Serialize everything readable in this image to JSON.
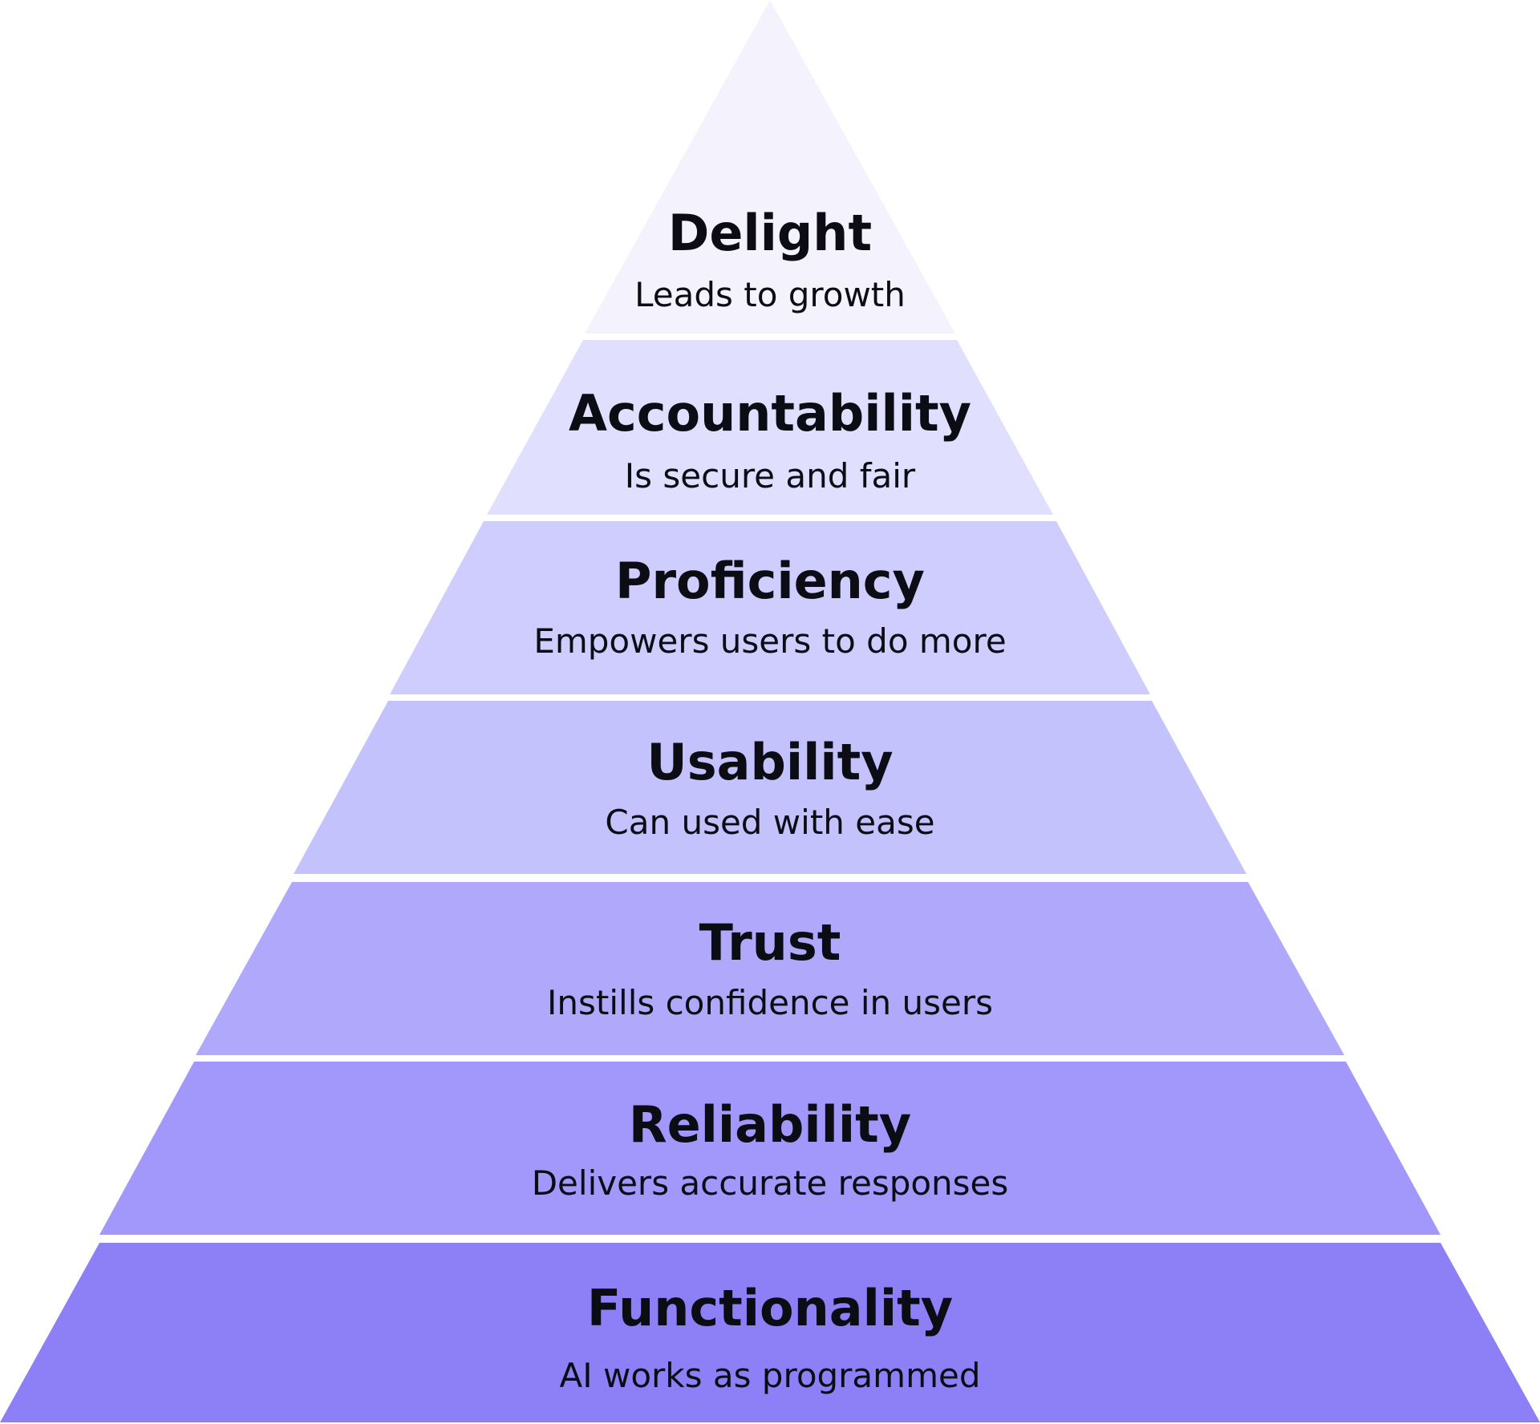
{
  "pyramid": {
    "tiers": [
      {
        "title": "Delight",
        "subtitle": "Leads to growth",
        "color": "#f4f3fd"
      },
      {
        "title": "Accountability",
        "subtitle": "Is secure and fair",
        "color": "#e0dffe"
      },
      {
        "title": "Proficiency",
        "subtitle": "Empowers users to do more",
        "color": "#cfcdfe"
      },
      {
        "title": "Usability",
        "subtitle": "Can used with ease",
        "color": "#c4c2fc"
      },
      {
        "title": "Trust",
        "subtitle": "Instills confidence in users",
        "color": "#b0a8fb"
      },
      {
        "title": "Reliability",
        "subtitle": "Delivers accurate responses",
        "color": "#a297fb"
      },
      {
        "title": "Functionality",
        "subtitle": "AI works as programmed",
        "color": "#8d80f6"
      }
    ]
  }
}
